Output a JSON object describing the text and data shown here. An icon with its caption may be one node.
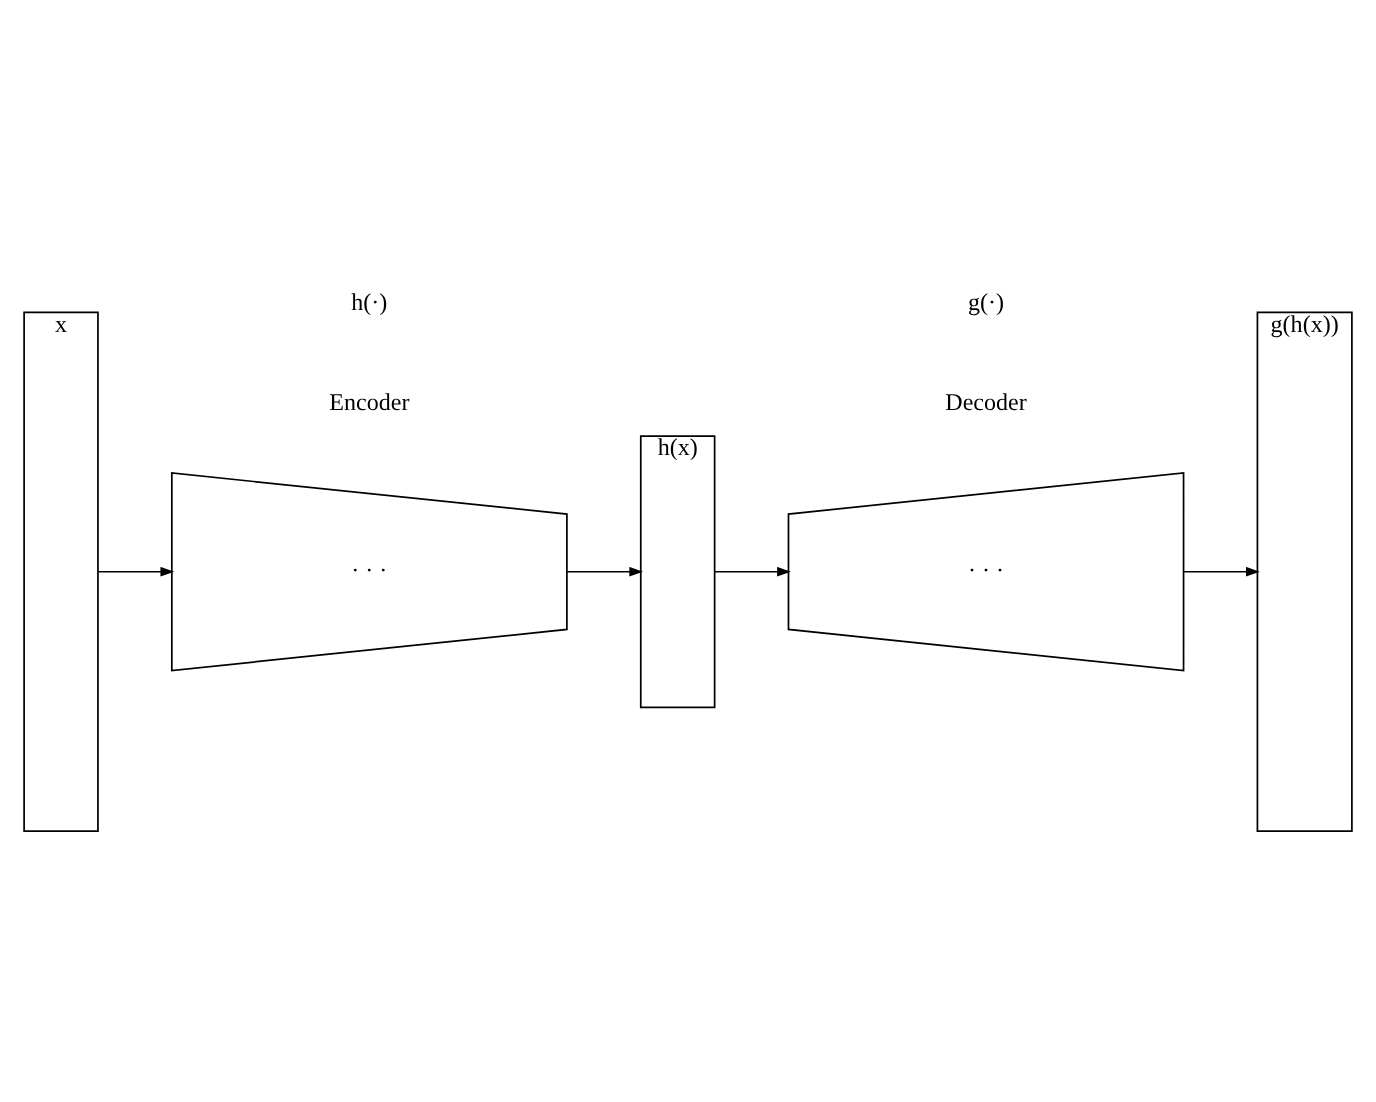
{
  "diagram": {
    "nodes": [
      {
        "text": [
          "x"
        ]
      },
      {
        "text": [
          "· · ·"
        ]
      },
      {
        "text": [
          "h(x)"
        ]
      },
      {
        "text": [
          "· · ·"
        ]
      },
      {
        "text": [
          "g(h(x))"
        ]
      }
    ],
    "edges": [
      {
        "from": 0,
        "to": 1,
        "arrow": "to"
      },
      {
        "from": 1,
        "to": 2,
        "arrow": "to"
      },
      {
        "from": 2,
        "to": 3,
        "arrow": "to"
      },
      {
        "from": 3,
        "to": 4,
        "arrow": "to"
      }
    ],
    "labels": [
      "Encoder",
      "h(·)",
      "Decoder",
      "g(·)"
    ]
  }
}
